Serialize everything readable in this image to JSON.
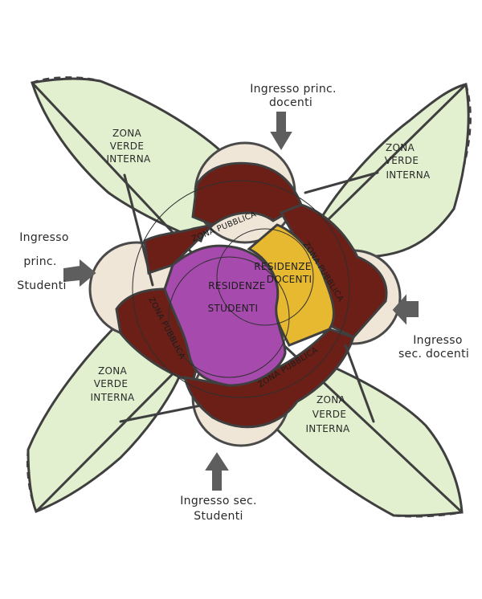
{
  "labels": {
    "zona_verde": [
      "ZONA",
      "VERDE",
      "INTERNA"
    ],
    "zona_verde_alt": [
      "ZONA",
      "VERDE",
      "INTERNA"
    ],
    "ingresso_princ_docenti": [
      "Ingresso princ.",
      "docenti"
    ],
    "ingresso_princ_studenti": [
      "Ingresso",
      "princ.",
      "Studenti"
    ],
    "ingresso_sec_docenti": [
      "Ingresso",
      "sec. docenti"
    ],
    "ingresso_sec_studenti": [
      "Ingresso sec.",
      "Studenti"
    ],
    "zona_pubblica": "ZONA PUBBLICA",
    "residenze_docenti": [
      "RESIDENZE",
      "DOCENTI"
    ],
    "residenze_studenti": [
      "RESIDENZE",
      "STUDENTI"
    ]
  },
  "colors": {
    "green_wash": "#dceec6",
    "dark_red": "#6b1f16",
    "cream": "#f0e6d8",
    "violet": "#a64aae",
    "yellow": "#e7b930",
    "outline": "#4a4a4a",
    "arrow": "#5e5e5e"
  }
}
